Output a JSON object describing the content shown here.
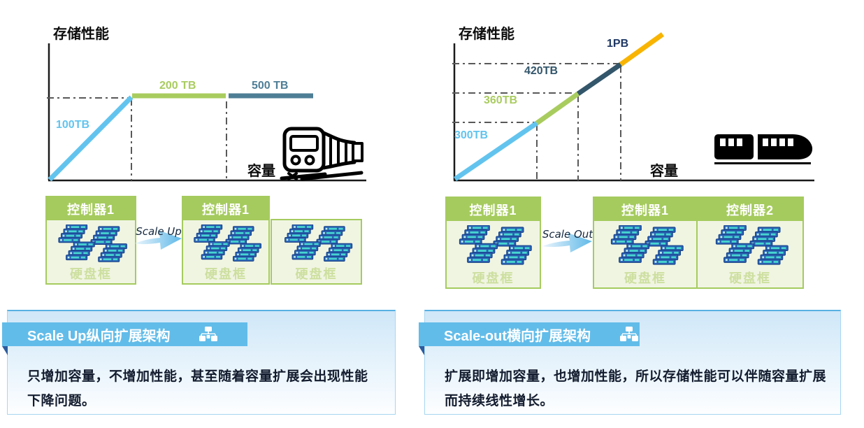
{
  "colors": {
    "banner_blue": "#62BCE9",
    "banner_fold_blue": "#2D5B9E",
    "controller_green": "#A5CB5E",
    "line_light_blue": "#62C4EE",
    "line_green": "#A9CC5F",
    "line_steel": "#4E7E96",
    "line_dark_teal": "#33566B",
    "line_orange": "#F8B400",
    "label_navy": "#1F3864"
  },
  "left_panel": {
    "chart": {
      "title": "存储性能",
      "xlabel": "容量",
      "seg1_label": "100TB",
      "seg2_label": "200 TB",
      "seg3_label": "500 TB",
      "icon": "steam-train-icon"
    },
    "box1": {
      "header": "控制器1",
      "disk_label": "硬盘框"
    },
    "arrow_label": "Scale Up",
    "box2": {
      "header": "控制器1",
      "disk_label": "硬盘框"
    },
    "box3": {
      "disk_label": "硬盘框"
    },
    "card": {
      "title": "Scale Up纵向扩展架构",
      "icon": "sitemap-icon",
      "body": "只增加容量，不增加性能，甚至随着容量扩展会出现性能下降问题。"
    }
  },
  "right_panel": {
    "chart": {
      "title": "存储性能",
      "xlabel": "容量",
      "seg1_label": "300TB",
      "seg2_label": "360TB",
      "seg3_label": "420TB",
      "seg4_label": "1PB",
      "icon": "bullet-train-icon"
    },
    "box1": {
      "header": "控制器1",
      "disk_label": "硬盘框"
    },
    "arrow_label": "Scale Out",
    "box2": {
      "header": "控制器1",
      "disk_label": "硬盘框"
    },
    "box3": {
      "header": "控制器2",
      "disk_label": "硬盘框"
    },
    "card": {
      "title": "Scale-out横向扩展架构",
      "icon": "sitemap-icon",
      "body": "扩展即增加容量，也增加性能，所以存储性能可以伴随容量扩展而持续线性增长。"
    }
  },
  "chart_data": [
    {
      "type": "line",
      "title": "存储性能",
      "xlabel": "容量",
      "ylabel": "存储性能",
      "description": "Scale Up 纵向扩展: capacity grows but performance plateaus",
      "segments": [
        {
          "label": "100TB",
          "x": [
            0,
            1.0
          ],
          "y": [
            0,
            1.0
          ],
          "color": "#62C4EE",
          "shape": "rising"
        },
        {
          "label": "200 TB",
          "x": [
            1.0,
            2.15
          ],
          "y": [
            1.0,
            1.0
          ],
          "color": "#A9CC5F",
          "shape": "flat"
        },
        {
          "label": "500 TB",
          "x": [
            2.17,
            3.2
          ],
          "y": [
            1.0,
            1.0
          ],
          "color": "#4E7E96",
          "shape": "flat"
        }
      ],
      "guides": "dash-dot guide at performance plateau and capacity breakpoints",
      "icon": "steam-train-icon",
      "legend_position": "none",
      "grid": false
    },
    {
      "type": "line",
      "title": "存储性能",
      "xlabel": "容量",
      "ylabel": "存储性能",
      "description": "Scale Out 横向扩展: performance grows linearly with capacity",
      "segments": [
        {
          "label": "300TB",
          "x": [
            0,
            1.0
          ],
          "y": [
            0,
            1.0
          ],
          "color": "#62C4EE",
          "shape": "rising"
        },
        {
          "label": "360TB",
          "x": [
            1.0,
            1.5
          ],
          "y": [
            1.0,
            1.5
          ],
          "color": "#A9CC5F",
          "shape": "rising"
        },
        {
          "label": "420TB",
          "x": [
            1.5,
            2.0
          ],
          "y": [
            1.5,
            2.0
          ],
          "color": "#33566B",
          "shape": "rising"
        },
        {
          "label": "1PB",
          "x": [
            2.0,
            2.5
          ],
          "y": [
            2.0,
            2.5
          ],
          "color": "#F8B400",
          "shape": "rising"
        }
      ],
      "guides": "dash-dot guides at 300TB / 360TB / 420TB breakpoints",
      "icon": "bullet-train-icon",
      "legend_position": "none",
      "grid": false
    }
  ]
}
